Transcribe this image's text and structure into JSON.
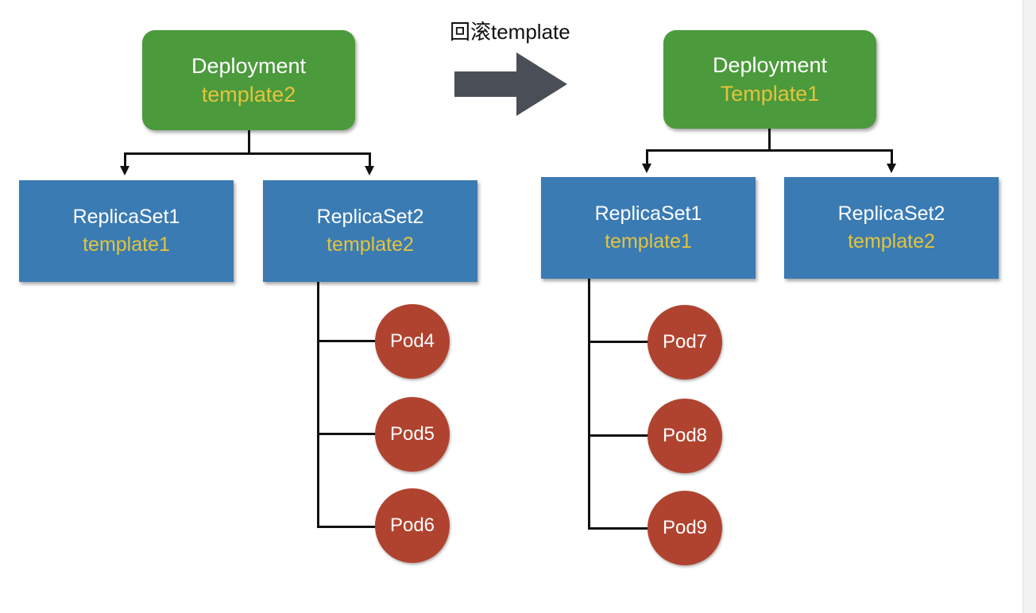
{
  "transition": {
    "label": "回滚template"
  },
  "left": {
    "deployment": {
      "title": "Deployment",
      "template": "template2"
    },
    "replicasets": [
      {
        "title": "ReplicaSet1",
        "template": "template1"
      },
      {
        "title": "ReplicaSet2",
        "template": "template2"
      }
    ],
    "pods": [
      "Pod4",
      "Pod5",
      "Pod6"
    ]
  },
  "right": {
    "deployment": {
      "title": "Deployment",
      "template": "Template1"
    },
    "replicasets": [
      {
        "title": "ReplicaSet1",
        "template": "template1"
      },
      {
        "title": "ReplicaSet2",
        "template": "template2"
      }
    ],
    "pods": [
      "Pod7",
      "Pod8",
      "Pod9"
    ]
  },
  "colors": {
    "deployment": "#4b9a3c",
    "replicaset": "#3a7bb4",
    "pod": "#b0432f",
    "template_text": "#e3c43c",
    "arrow": "#4a4e57"
  }
}
